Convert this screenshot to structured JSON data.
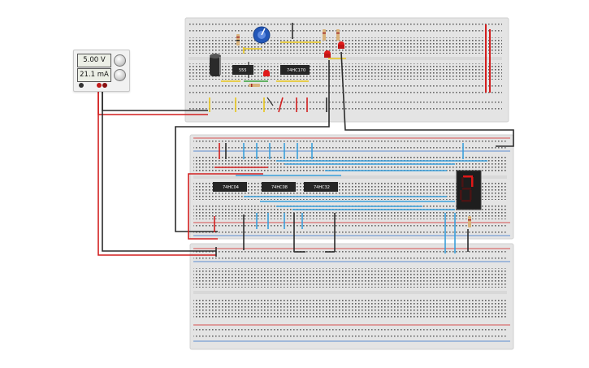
{
  "power_supply": {
    "voltage_display": "5.00 V",
    "current_display": "21.1 mA"
  },
  "chips": {
    "timer": "555",
    "counter": "74HC170",
    "inverter": "74HC04",
    "and_gate": "74HC08",
    "or_gate": "74HC32"
  },
  "colors": {
    "breadboard": "#e4e4e4",
    "power_rail_red": "#d22020",
    "power_rail_blue": "#2f6fc8",
    "wire_black": "#2b2b2b",
    "wire_red": "#d21f1f",
    "wire_blue": "#3aa0dc",
    "wire_yellow": "#e8c51a",
    "wire_green": "#36a23a",
    "chip_body": "#262626",
    "led_red": "#e01a1a",
    "potentiometer": "#2357b8"
  },
  "seven_segment_display": {
    "digit": "7"
  }
}
